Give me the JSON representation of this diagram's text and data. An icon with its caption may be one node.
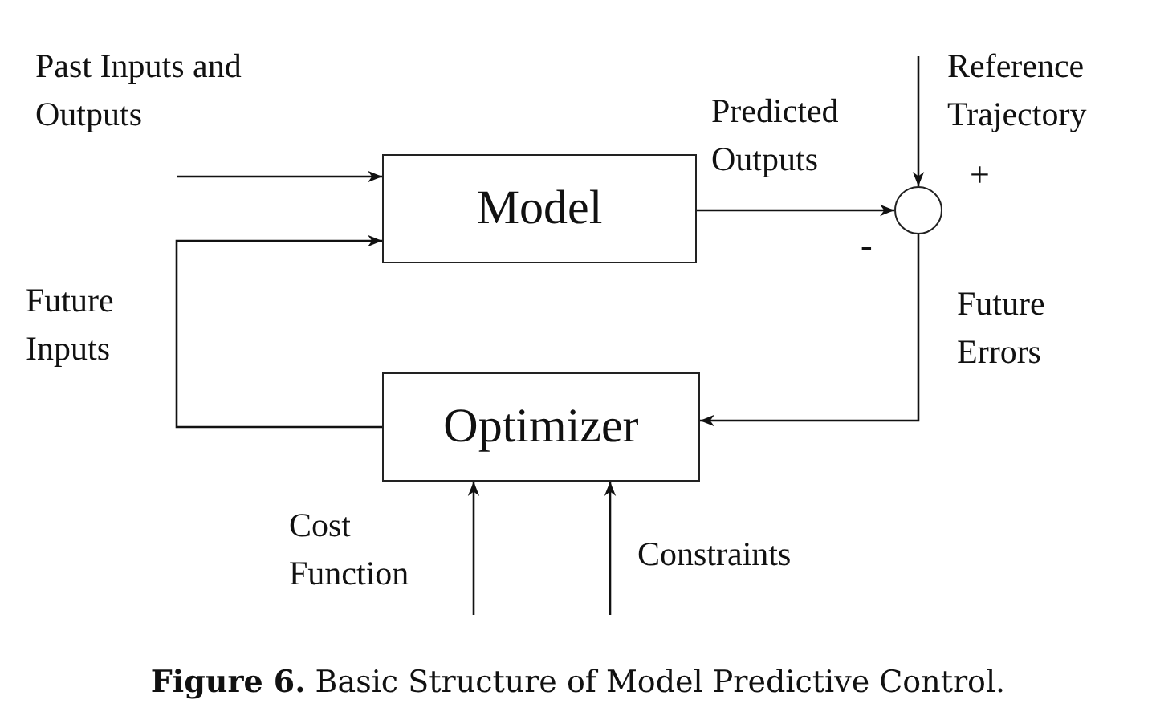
{
  "diagram": {
    "caption": "**Figure 6.** Basic Structure of Model Predictive Control.",
    "nodes": [
      {
        "text": [
          "Model"
        ]
      },
      {
        "text": [
          "Optimizer"
        ]
      },
      {
        "text": [],
        "shape": "circle"
      }
    ],
    "edges": [
      {
        "from": null,
        "to": 0,
        "arrow": "to",
        "label": "Past Inputs and Outputs"
      },
      {
        "from": 1,
        "to": 0,
        "arrow": "to",
        "label": "Future Inputs"
      },
      {
        "from": 0,
        "to": 2,
        "arrow": "to",
        "label": "Predicted Outputs"
      },
      {
        "from": null,
        "to": 2,
        "arrow": "to",
        "label": "Reference Trajectory"
      },
      {
        "from": 2,
        "to": 1,
        "arrow": "to",
        "label": "Future Errors"
      },
      {
        "from": null,
        "to": 1,
        "arrow": "to",
        "label": "Cost Function"
      },
      {
        "from": null,
        "to": 1,
        "arrow": "to",
        "label": "Constraints"
      }
    ],
    "labels": [
      "+",
      "-"
    ]
  }
}
